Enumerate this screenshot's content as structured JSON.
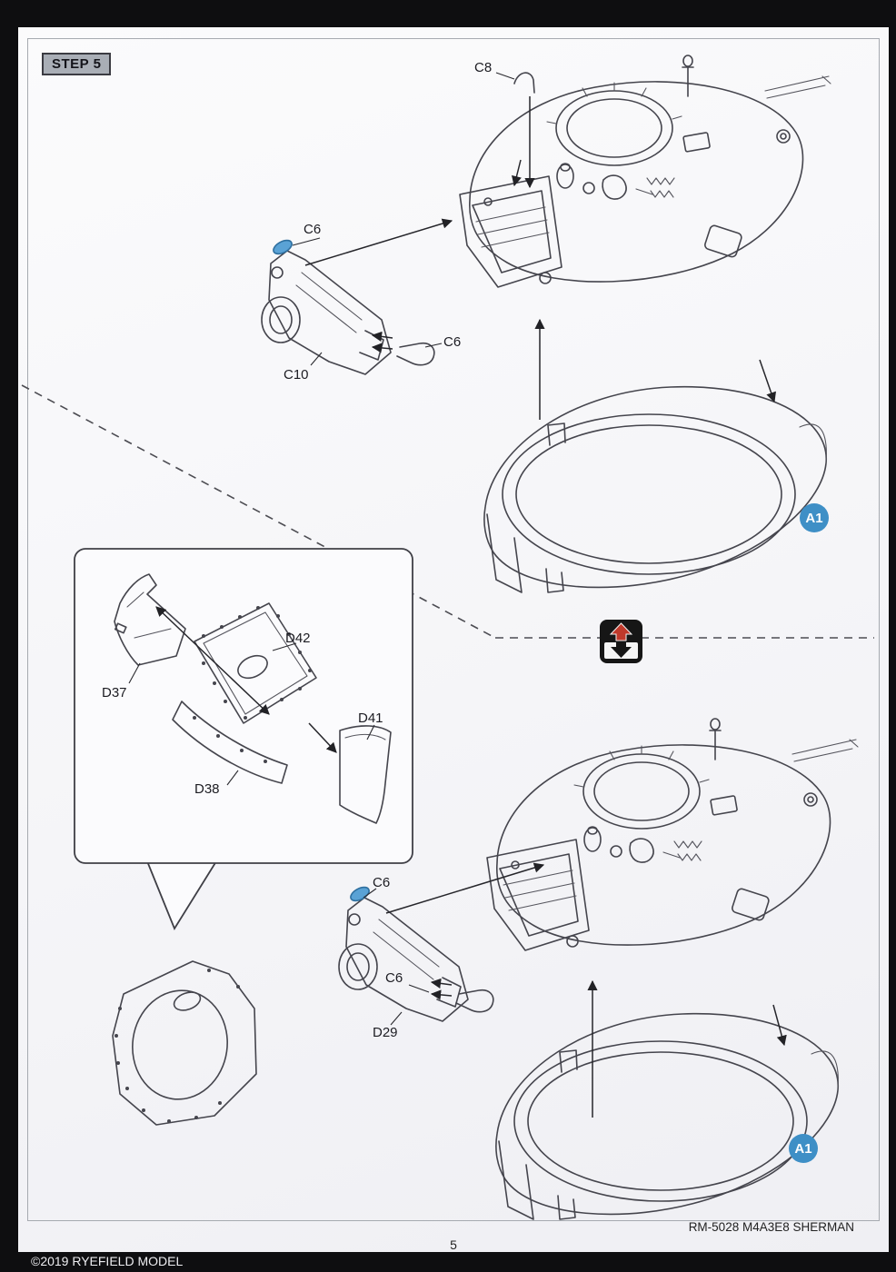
{
  "page": {
    "step_label": "STEP 5",
    "page_number": "5",
    "kit_code": "RM-5028 M4A3E8 SHERMAN",
    "copyright": "©2019 RYEFIELD MODEL"
  },
  "colors": {
    "accent_blue": "#3e8fc6",
    "line_art": "#45454d",
    "paper": "#f7f7f9",
    "flip_icon_red": "#c0392b"
  },
  "assembly_top": {
    "c8": "C8",
    "c6_bracket": "C6",
    "c6_hook": "C6",
    "c10": "C10",
    "a1": "A1"
  },
  "callout": {
    "d42": "D42",
    "d37": "D37",
    "d41": "D41",
    "d38": "D38"
  },
  "assembly_bottom": {
    "c6_bracket": "C6",
    "c6_hook": "C6",
    "d29": "D29",
    "a1": "A1"
  }
}
